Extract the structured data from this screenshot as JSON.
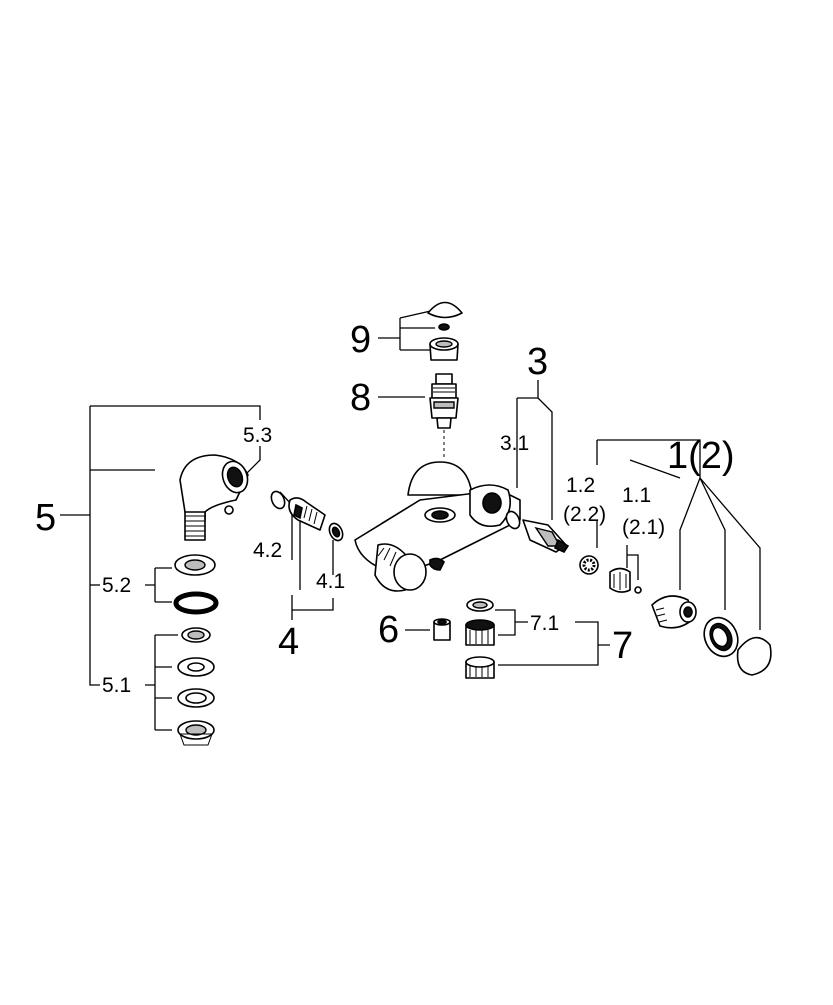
{
  "labels": {
    "l1": "1(2)",
    "l1_1": "1.1",
    "l2_1": "(2.1)",
    "l1_2": "1.2",
    "l2_2": "(2.2)",
    "l3": "3",
    "l3_1": "3.1",
    "l4": "4",
    "l4_1": "4.1",
    "l4_2": "4.2",
    "l5": "5",
    "l5_1": "5.1",
    "l5_2": "5.2",
    "l5_3": "5.3",
    "l6": "6",
    "l7": "7",
    "l7_1": "7.1",
    "l8": "8",
    "l9": "9"
  }
}
